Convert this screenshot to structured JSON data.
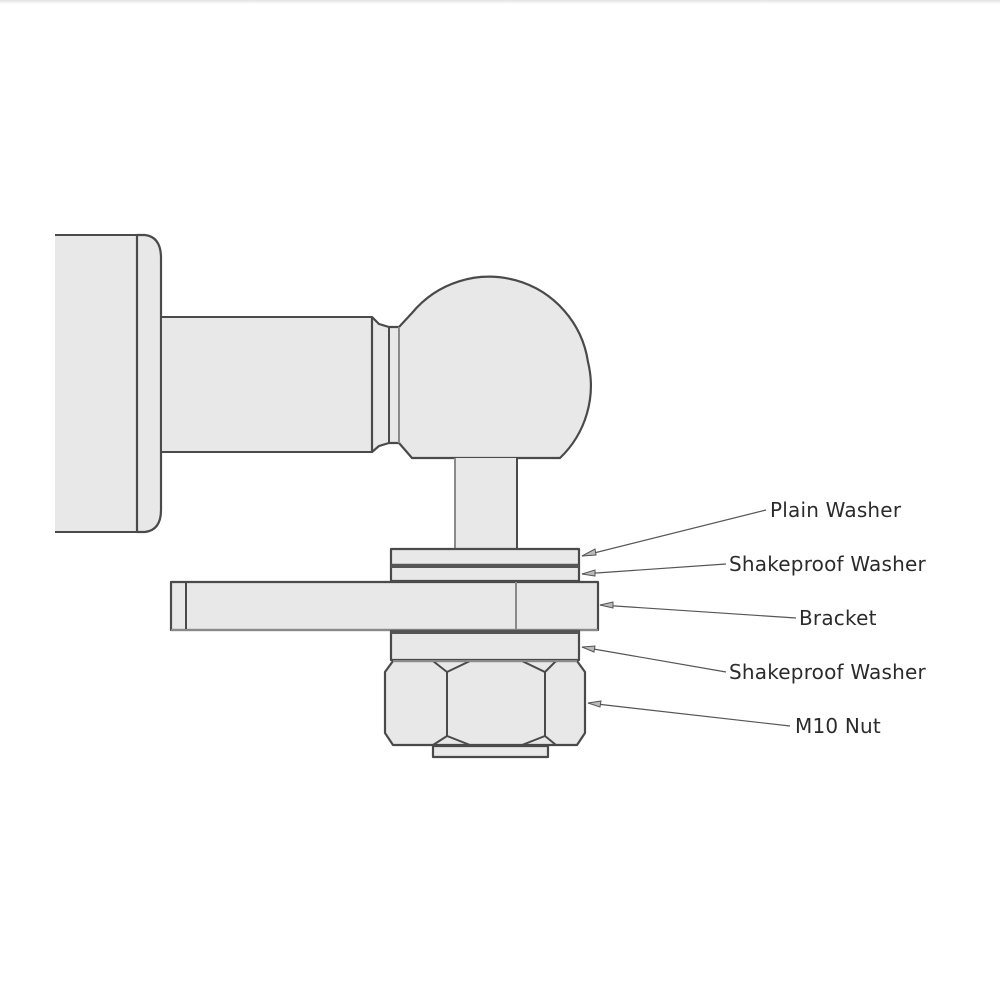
{
  "diagram": {
    "title": "",
    "type": "mechanical assembly side view",
    "components": [
      {
        "id": "mounting-plate",
        "name": "Mounting Plate"
      },
      {
        "id": "shaft",
        "name": "Shaft"
      },
      {
        "id": "ball-joint",
        "name": "Ball Joint"
      },
      {
        "id": "stud",
        "name": "Stud"
      },
      {
        "id": "plain-washer",
        "name": "Plain Washer"
      },
      {
        "id": "shakeproof-washer-top",
        "name": "Shakeproof Washer"
      },
      {
        "id": "bracket",
        "name": "Bracket"
      },
      {
        "id": "shakeproof-washer-bottom",
        "name": "Shakeproof Washer"
      },
      {
        "id": "m10-nut",
        "name": "M10 Nut"
      }
    ],
    "labels": [
      {
        "text": "Plain Washer",
        "target": "plain-washer"
      },
      {
        "text": "Shakeproof Washer",
        "target": "shakeproof-washer-top"
      },
      {
        "text": "Bracket",
        "target": "bracket"
      },
      {
        "text": "Shakeproof Washer",
        "target": "shakeproof-washer-bottom"
      },
      {
        "text": "M10 Nut",
        "target": "m10-nut"
      }
    ],
    "colors": {
      "fill": "#e8e8e8",
      "stroke": "#4a4a4a",
      "text": "#2b2b2b",
      "background": "#ffffff"
    }
  }
}
